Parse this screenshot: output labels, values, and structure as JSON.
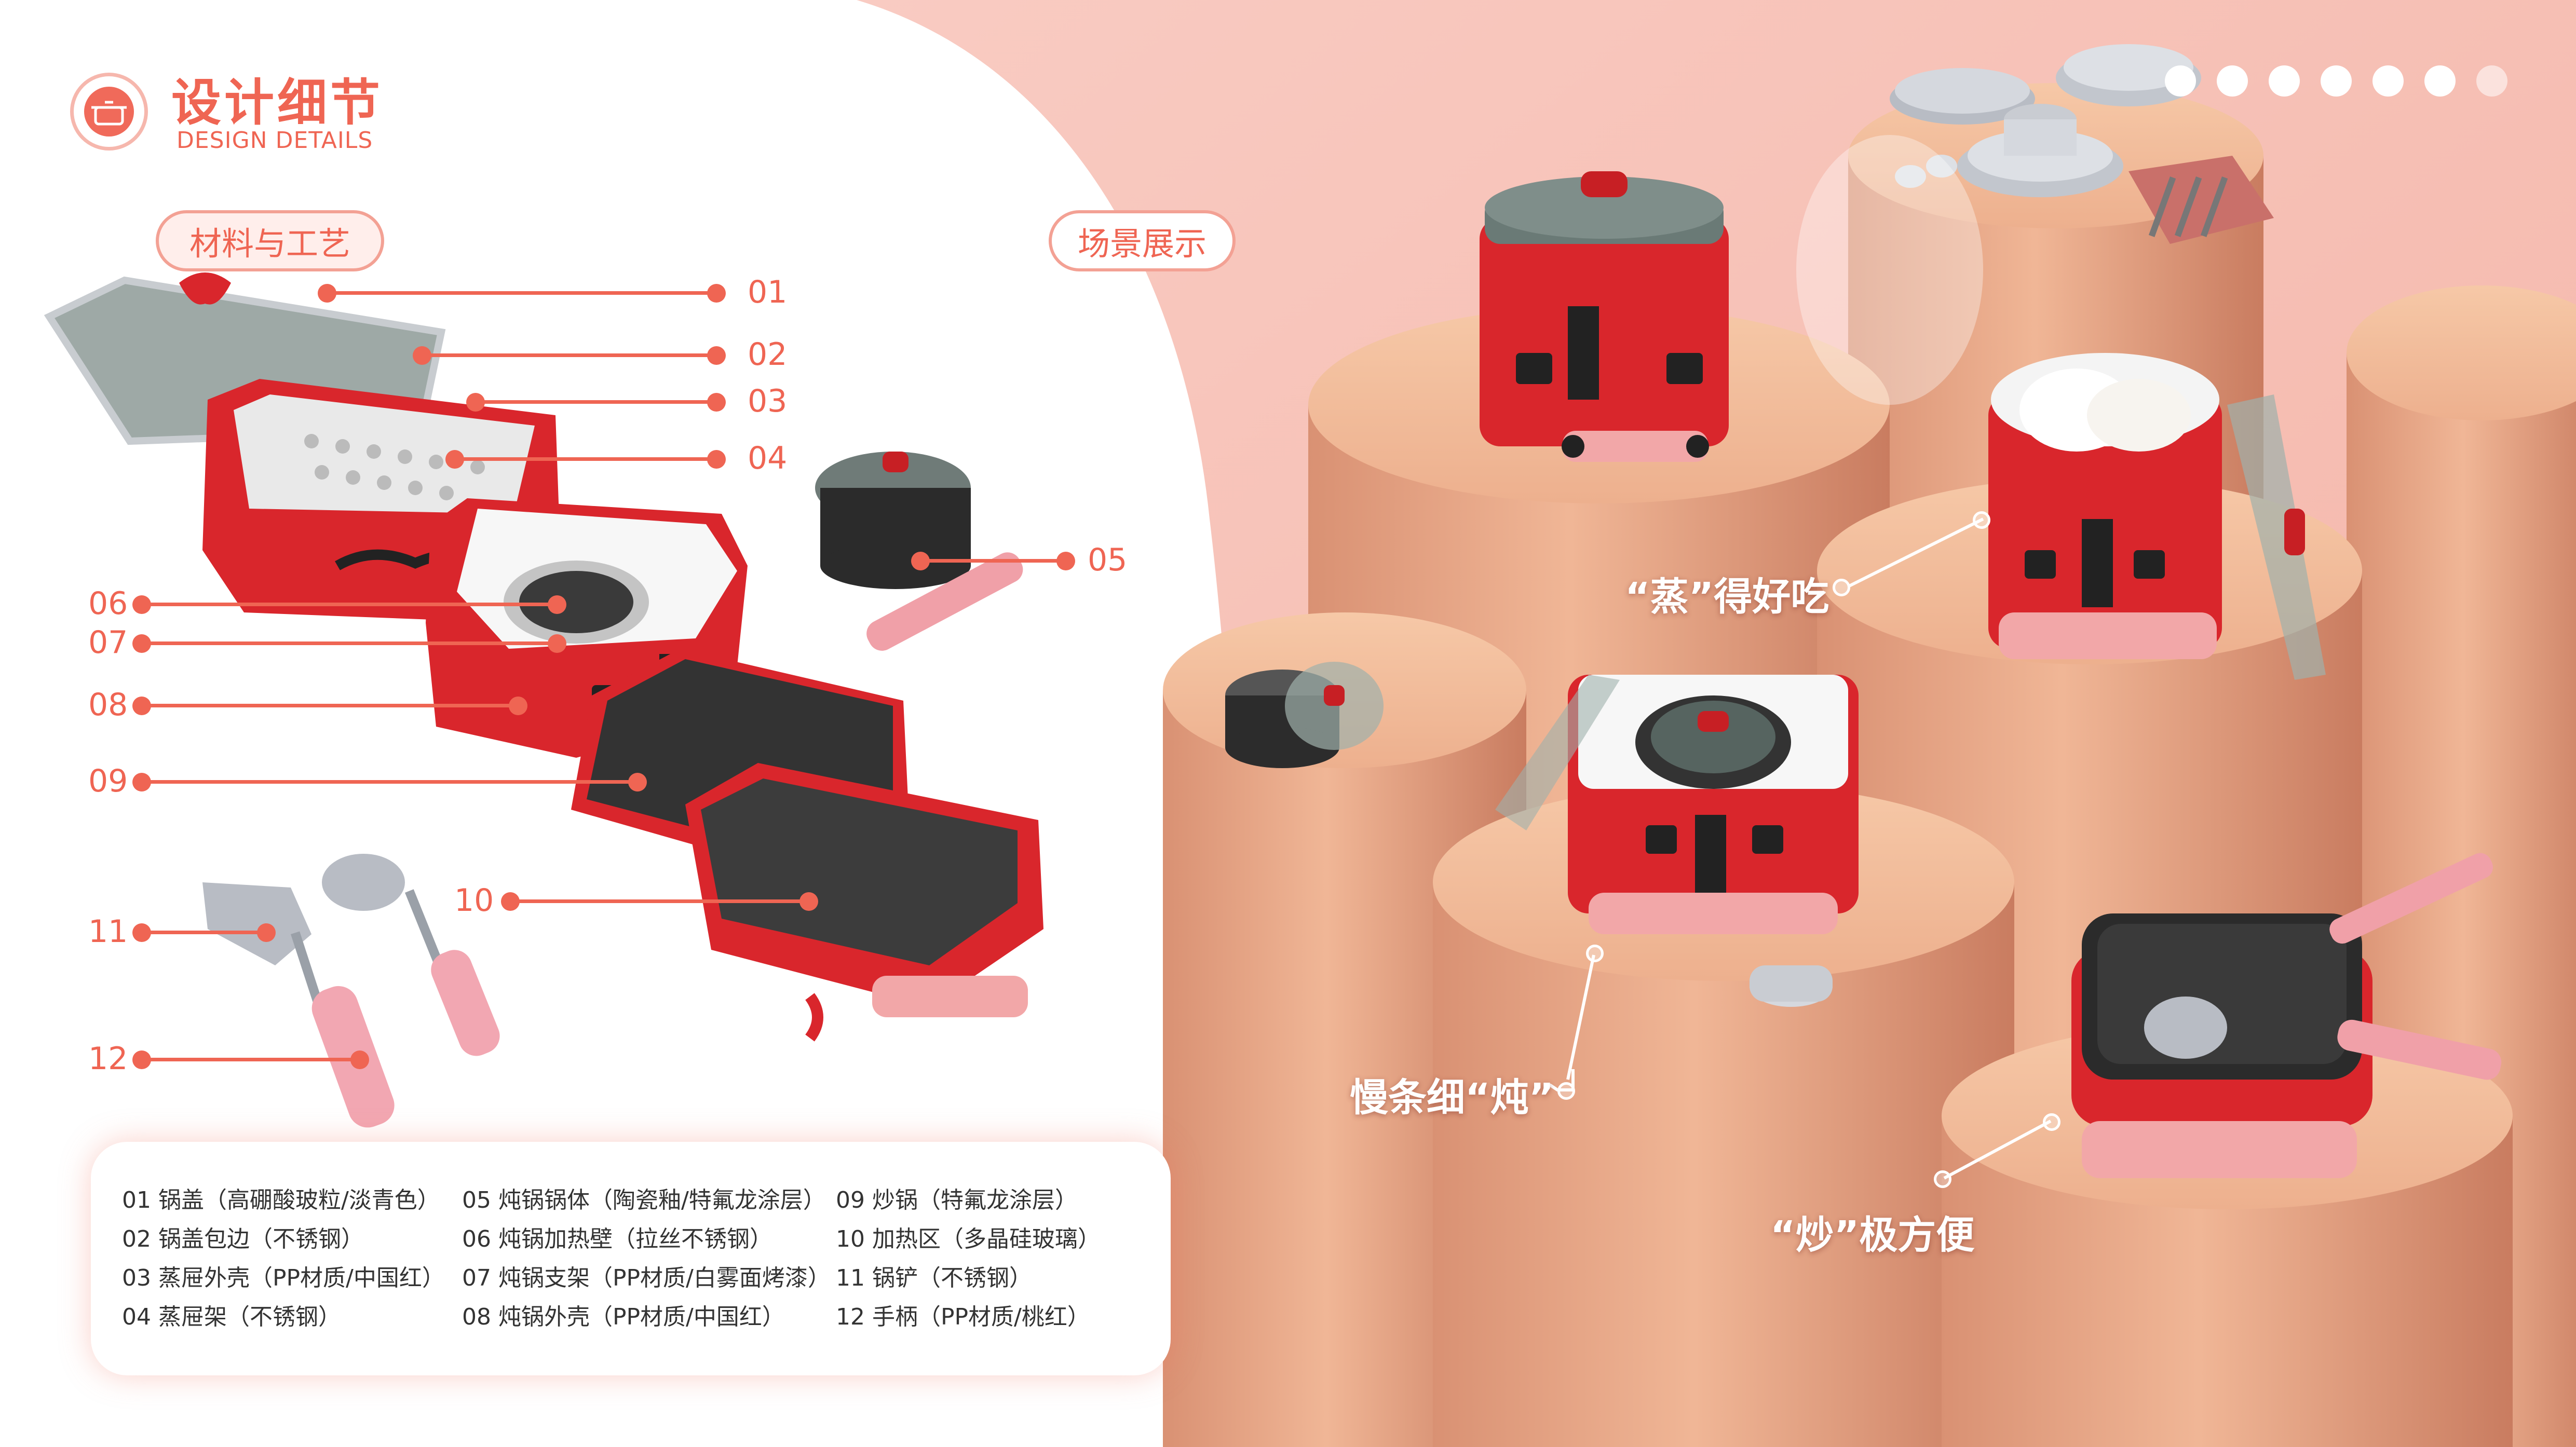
{
  "header": {
    "title_cn": "设计细节",
    "title_en": "DESIGN DETAILS",
    "logo_icon": "pot-icon"
  },
  "section_labels": {
    "materials": "材料与工艺",
    "scenes": "场景展示"
  },
  "callouts": [
    "01",
    "02",
    "03",
    "04",
    "05",
    "06",
    "07",
    "08",
    "09",
    "10",
    "11",
    "12"
  ],
  "legend": {
    "col1": [
      "01 锅盖（高硼酸玻粒/淡青色）",
      "02 锅盖包边（不锈钢）",
      "03 蒸屉外壳（PP材质/中国红）",
      "04 蒸屉架（不锈钢）"
    ],
    "col2": [
      "05 炖锅锅体（陶瓷釉/特氟龙涂层）",
      "06 炖锅加热壁（拉丝不锈钢）",
      "07 炖锅支架（PP材质/白雾面烤漆）",
      "08 炖锅外壳（PP材质/中国红）"
    ],
    "col3": [
      "09 炒锅（特氟龙涂层）",
      "10 加热区（多晶硅玻璃）",
      "11 锅铲（不锈钢）",
      "12 手柄（PP材质/桃红）"
    ]
  },
  "scene_labels": {
    "steam": "“蒸”得好吃",
    "stew": "慢条细“炖”",
    "fry": "“炒”极方便"
  },
  "pagination": {
    "total": 7,
    "active": 6
  },
  "colors": {
    "accent": "#ef6553",
    "pink_bg": "#f8c2b9",
    "product_red": "#d9262c",
    "cylinder": "#e8a888",
    "handle_pink": "#f0a0a8"
  }
}
